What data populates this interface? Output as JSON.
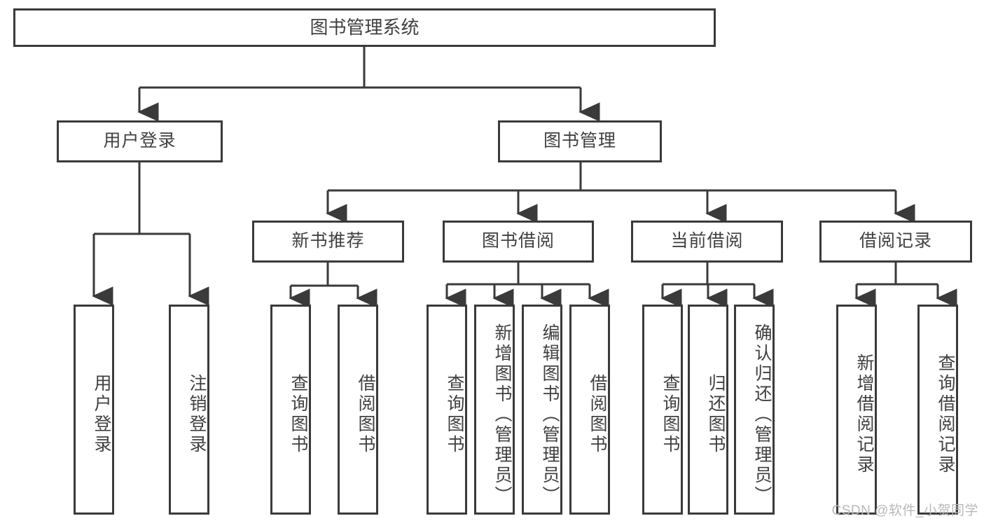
{
  "diagram": {
    "title": "图书管理系统",
    "type": "tree",
    "stroke_color": "#3a3a3a",
    "text_color": "#404040",
    "background_color": "#ffffff",
    "root": {
      "label": "图书管理系统"
    },
    "level2": [
      {
        "label": "用户登录"
      },
      {
        "label": "图书管理"
      }
    ],
    "level3": [
      {
        "label": "新书推荐"
      },
      {
        "label": "图书借阅"
      },
      {
        "label": "当前借阅"
      },
      {
        "label": "借阅记录"
      }
    ],
    "leaves": {
      "user_login": [
        {
          "label": "用户登录"
        },
        {
          "label": "注销登录"
        }
      ],
      "new_book_recommend": [
        {
          "label": "查询图书"
        },
        {
          "label": "借阅图书"
        }
      ],
      "book_borrow": [
        {
          "label": "查询图书"
        },
        {
          "label": "新增图书（管理员）"
        },
        {
          "label": "编辑图书（管理员）"
        },
        {
          "label": "借阅图书"
        }
      ],
      "current_borrow": [
        {
          "label": "查询图书"
        },
        {
          "label": "归还图书"
        },
        {
          "label": "确认归还（管理员）"
        }
      ],
      "borrow_record": [
        {
          "label": "新增借阅记录"
        },
        {
          "label": "查询借阅记录"
        }
      ]
    }
  },
  "watermark": {
    "text": "CSDN @软件_小贺同学"
  }
}
